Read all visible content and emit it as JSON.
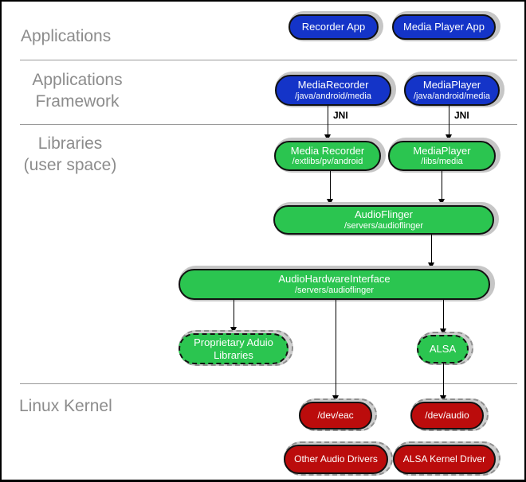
{
  "sections": {
    "applications": {
      "label": "Applications"
    },
    "framework": {
      "line1": "Applications",
      "line2": "Framework"
    },
    "libraries": {
      "line1": "Libraries",
      "line2": "(user space)"
    },
    "kernel": {
      "label": "Linux Kernel"
    }
  },
  "labels": {
    "jni": "JNI"
  },
  "nodes": {
    "recorder_app": {
      "label": "Recorder App"
    },
    "media_player_app": {
      "label": "Media Player App"
    },
    "media_recorder_fw": {
      "label": "MediaRecorder",
      "path": "/java/android/media"
    },
    "media_player_fw": {
      "label": "MediaPlayer",
      "path": "/java/android/media"
    },
    "media_recorder_lib": {
      "label": "Media Recorder",
      "path": "/extlibs/pv/android"
    },
    "media_player_lib": {
      "label": "MediaPlayer",
      "path": "/libs/media"
    },
    "audioflinger": {
      "label": "AudioFlinger",
      "path": "/servers/audioflinger"
    },
    "audio_hw_interface": {
      "label": "AudioHardwareInterface",
      "path": "/servers/audioflinger"
    },
    "proprietary_audio_libs": {
      "label": "Proprietary Aduio",
      "label2": "Libraries"
    },
    "alsa": {
      "label": "ALSA"
    },
    "dev_eac": {
      "label": "/dev/eac"
    },
    "dev_audio": {
      "label": "/dev/audio"
    },
    "other_audio_drivers": {
      "label": "Other Audio Drivers"
    },
    "alsa_kernel_driver": {
      "label": "ALSA Kernel Driver"
    }
  },
  "colors": {
    "app_blue": "#1434c8",
    "lib_green": "#2bc550",
    "kernel_red": "#bb0c0c",
    "shadow_gray": "#c6c6c6",
    "section_label_gray": "#8c8c8c"
  }
}
